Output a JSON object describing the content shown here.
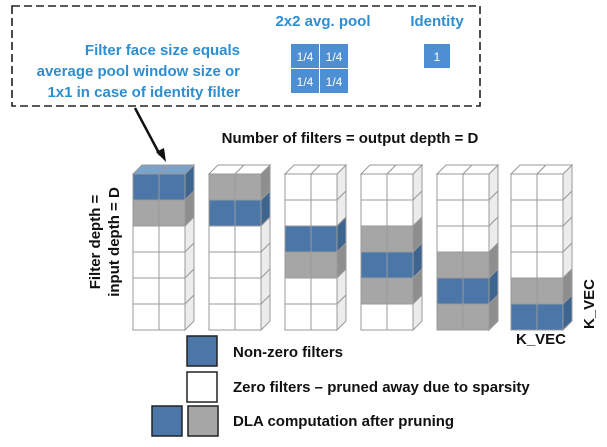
{
  "callout": {
    "caption_lines": [
      "Filter face size equals",
      "average pool window size or",
      "1x1 in case of identity filter"
    ],
    "avg_pool": {
      "title": "2x2 avg. pool",
      "cells": [
        "1/4",
        "1/4",
        "1/4",
        "1/4"
      ]
    },
    "identity": {
      "title": "Identity",
      "cell": "1"
    }
  },
  "header": "Number of filters = output depth = D",
  "filter_depth_label": [
    "Filter depth =",
    "input depth = D"
  ],
  "kvec_bottom_label": "K_VEC",
  "kvec_side_label": "K_VEC",
  "columns": [
    {
      "filled_rows": [
        0
      ],
      "rows": 6,
      "style": "top-filters"
    },
    {
      "filled_rows": [
        1
      ],
      "rows": 6
    },
    {
      "filled_rows": [
        2
      ],
      "rows": 6
    },
    {
      "filled_rows": [
        3
      ],
      "rows": 6
    },
    {
      "filled_rows": [
        4
      ],
      "rows": 6
    },
    {
      "filled_rows": [
        5
      ],
      "rows": 6
    }
  ],
  "legend": {
    "nonzero_label": "Non-zero filters",
    "zero_label": "Zero filters – pruned away due to sparsity",
    "dla_label": "DLA computation after pruning"
  },
  "colors": {
    "blue": "#4a76a8",
    "blue_face": "#5b88ba",
    "blue_top": "#7aa3cc",
    "gray": "#a6a6a6",
    "gray_side": "#8e8e8e",
    "white_side": "#ececec",
    "callout_blue": "#4e8fd4",
    "text_blue": "#2e8ed0"
  }
}
